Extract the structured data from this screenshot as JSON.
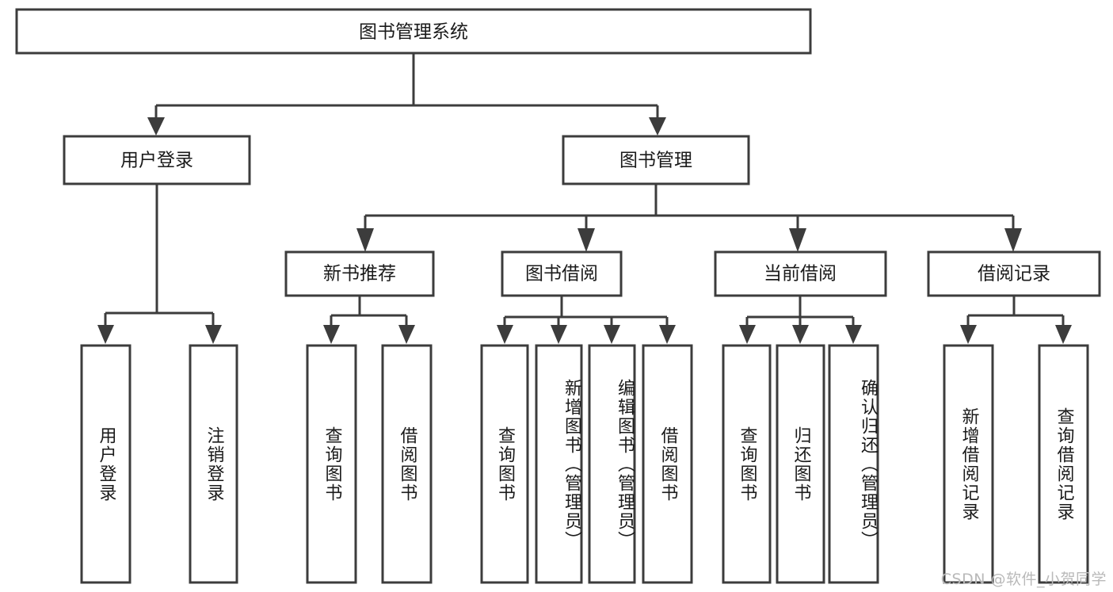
{
  "diagram": {
    "title": "图书管理系统",
    "type": "tree",
    "orientation": "top-down",
    "colors": {
      "box_stroke": "#3c3c3c",
      "box_fill": "#ffffff",
      "connector": "#3c3c3c",
      "text": "#1a1a1a",
      "background": "#ffffff",
      "watermark": "#b9b9b9"
    },
    "watermark": "CSDN @软件_小贺同学"
  },
  "nodes": {
    "root": {
      "label": "图书管理系统",
      "level": 1
    },
    "level2": [
      {
        "id": "user-login",
        "label": "用户登录"
      },
      {
        "id": "book-manage",
        "label": "图书管理"
      }
    ],
    "level3": [
      {
        "id": "new-book-recommend",
        "label": "新书推荐",
        "parent": "book-manage"
      },
      {
        "id": "book-borrow",
        "label": "图书借阅",
        "parent": "book-manage"
      },
      {
        "id": "current-borrow",
        "label": "当前借阅",
        "parent": "book-manage"
      },
      {
        "id": "borrow-record",
        "label": "借阅记录",
        "parent": "book-manage"
      }
    ],
    "leaves": [
      {
        "id": "leaf-user-login",
        "label": "用户登录",
        "parent": "user-login"
      },
      {
        "id": "leaf-logout-login",
        "label": "注销登录",
        "parent": "user-login"
      },
      {
        "id": "leaf-query-book-1",
        "label": "查询图书",
        "parent": "new-book-recommend"
      },
      {
        "id": "leaf-borrow-book-1",
        "label": "借阅图书",
        "parent": "new-book-recommend"
      },
      {
        "id": "leaf-query-book-2",
        "label": "查询图书",
        "parent": "book-borrow"
      },
      {
        "id": "leaf-add-book",
        "label": "新增图书（管理员）",
        "parent": "book-borrow"
      },
      {
        "id": "leaf-edit-book",
        "label": "编辑图书（管理员）",
        "parent": "book-borrow"
      },
      {
        "id": "leaf-borrow-book-2",
        "label": "借阅图书",
        "parent": "book-borrow"
      },
      {
        "id": "leaf-query-book-3",
        "label": "查询图书",
        "parent": "current-borrow"
      },
      {
        "id": "leaf-return-book",
        "label": "归还图书",
        "parent": "current-borrow"
      },
      {
        "id": "leaf-confirm-return",
        "label": "确认归还（管理员）",
        "parent": "current-borrow"
      },
      {
        "id": "leaf-add-record",
        "label": "新增借阅记录",
        "parent": "borrow-record"
      },
      {
        "id": "leaf-query-record",
        "label": "查询借阅记录",
        "parent": "borrow-record"
      }
    ]
  }
}
